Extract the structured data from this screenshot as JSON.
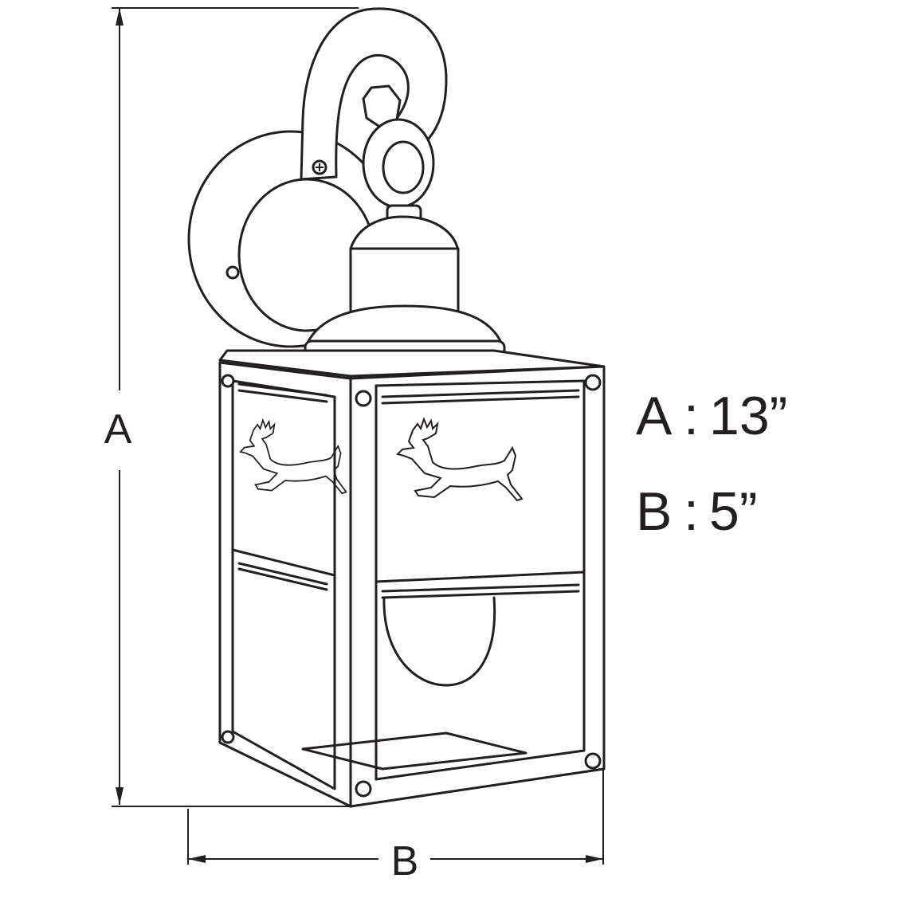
{
  "dimensions": {
    "height_label": "A",
    "width_label": "B"
  },
  "specs": [
    {
      "letter": "A",
      "separator": ":",
      "value": "13”"
    },
    {
      "letter": "B",
      "separator": ":",
      "value": "5”"
    }
  ],
  "colors": {
    "line": "#231f20",
    "background": "#ffffff"
  },
  "motif": "leaping-deer"
}
